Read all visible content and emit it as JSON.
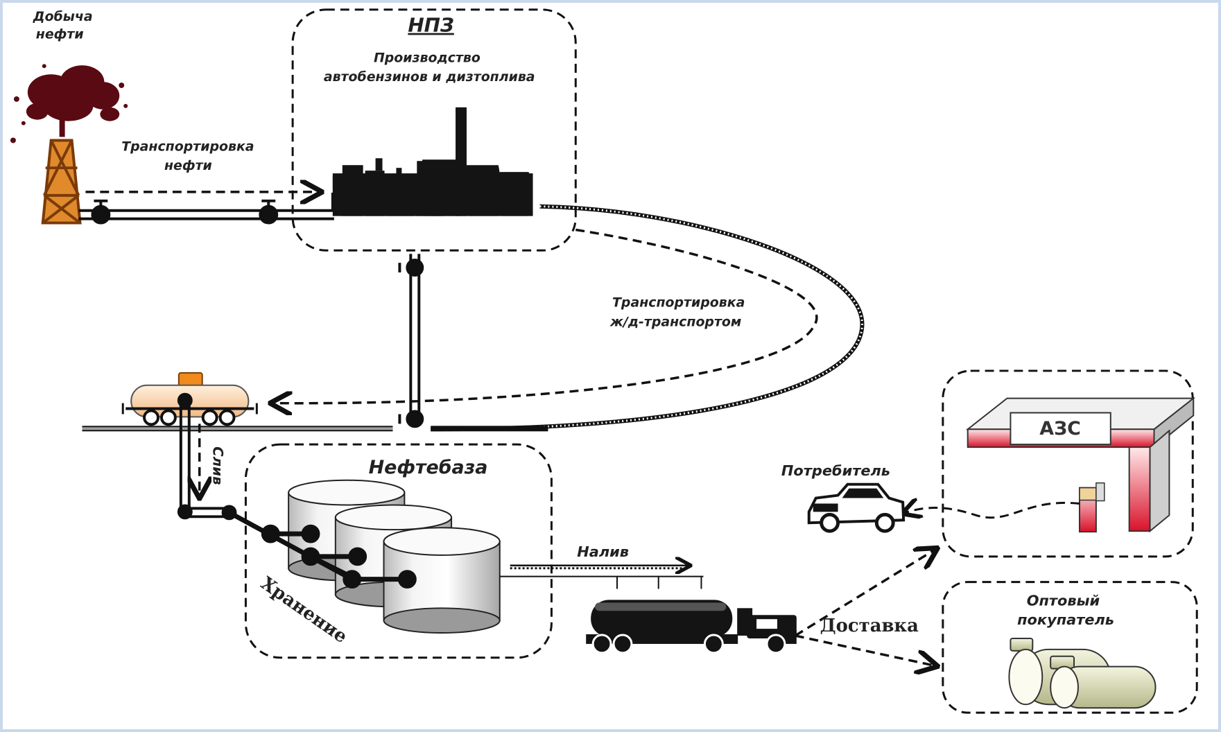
{
  "labels": {
    "oil_extraction": [
      "Добыча",
      "нефти"
    ],
    "refinery_title": "НПЗ",
    "refinery_subtitle": [
      "Производство",
      "автобензинов и дизтоплива"
    ],
    "oil_transport": [
      "Транспортировка",
      "нефти"
    ],
    "rail_transport": [
      "Транспортировка",
      "ж/д-транспортом"
    ],
    "drain": "Слив",
    "oil_depot": "Нефтебаза",
    "storage": "Хранение",
    "loading": "Налив",
    "consumer": "Потребитель",
    "gas_station": "АЗС",
    "delivery": "Доставка",
    "wholesale_buyer": [
      "Оптовый",
      "покупатель"
    ]
  },
  "colors": {
    "oil_tower": "#c96a1d",
    "oil_gush": "#5a0a12",
    "tank_car_body": "#f6c79b",
    "tank_car_hatch": "#f08a1c",
    "gas_station_red": "#d9122a",
    "wholesale_tank": "#d4d7a8",
    "border": "#c9d9ec"
  }
}
